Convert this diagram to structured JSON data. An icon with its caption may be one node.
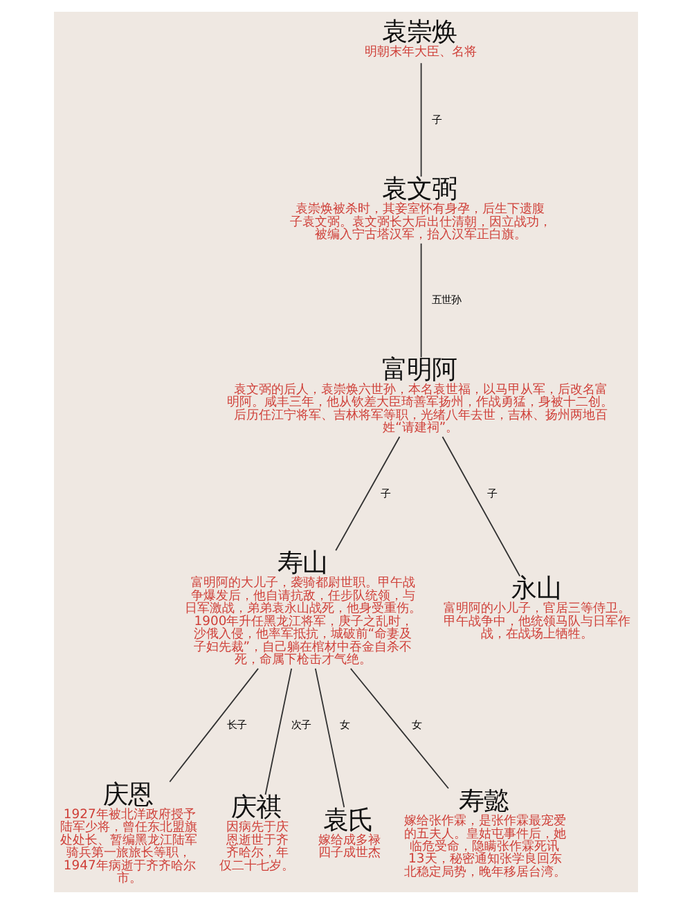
{
  "diagram": {
    "nodes": [
      {
        "text": [
          "袁崇焕",
          "明朝末年大臣、名将"
        ]
      },
      {
        "text": [
          "袁文弼",
          "袁崇焕被杀时，其妾室怀有身孕，后生下遗腹子袁文弼。袁文弼长大后出仕清朝，因立战功，被编入宁古塔汉军，抬入汉军正白旗。"
        ]
      },
      {
        "text": [
          "富明阿",
          "袁文弼的后人，袁崇焕六世孙，本名袁世福，以马甲从军，后改名富明阿。咸丰三年，他从钦差大臣琦善军扬州，作战勇猛，身被十二创。后历任江宁将军、吉林将军等职，光绪八年去世，吉林、扬州两地百姓“请建祠”。"
        ]
      },
      {
        "text": [
          "寿山",
          "富明阿的大儿子，袭骑都尉世职。甲午战争爆发后，他自请抗敌，任步队统领，与日军激战，弟弟袁永山战死，他身受重伤。1900年升任黑龙江将军，庚子之乱时，沙俄入侵，他率军抵抗，城破前“命妻及子妇先裁”，自己躺在棺材中吞金自杀不死，命属下枪击才气绝。"
        ]
      },
      {
        "text": [
          "永山",
          "富明阿的小儿子，官居三等侍卫。甲午战争中，他统领马队与日军作战，在战场上牺牲。"
        ]
      },
      {
        "text": [
          "庆恩",
          "1927年被北洋政府授予陆军少将，曾任东北盟旗处处长、暂编黑龙江陆军骑兵第一旅旅长等职，1947年病逝于齐齐哈尔市。"
        ]
      },
      {
        "text": [
          "庆祺",
          "因病先于庆恩逝世于齐齐哈尔，年仅二十七岁。"
        ]
      },
      {
        "text": [
          "袁氏",
          "嫁给成多禄四子成世杰"
        ]
      },
      {
        "text": [
          "寿懿",
          "嫁给张作霖，是张作霖最宠爱的五夫人。皇姑屯事件后，她临危受命，隐瞒张作霖死讯13天，秘密通知张学良回东北稳定局势，晚年移居台湾。"
        ]
      }
    ],
    "edges": [
      {
        "from": 0,
        "to": 1,
        "arrow": "none",
        "label": "子"
      },
      {
        "from": 1,
        "to": 2,
        "arrow": "none",
        "label": "五世孙"
      },
      {
        "from": 2,
        "to": 3,
        "arrow": "none",
        "label": "子"
      },
      {
        "from": 2,
        "to": 4,
        "arrow": "none",
        "label": "子"
      },
      {
        "from": 3,
        "to": 5,
        "arrow": "none",
        "label": "长子"
      },
      {
        "from": 3,
        "to": 6,
        "arrow": "none",
        "label": "次子"
      },
      {
        "from": 3,
        "to": 7,
        "arrow": "none",
        "label": "女"
      },
      {
        "from": 3,
        "to": 8,
        "arrow": "none",
        "label": "女"
      }
    ]
  }
}
